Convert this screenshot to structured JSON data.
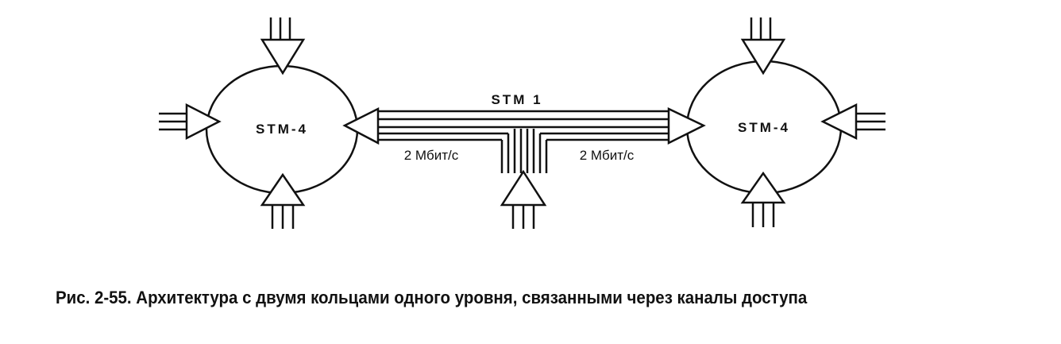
{
  "diagram": {
    "left_ring": {
      "label": "STM-4"
    },
    "right_ring": {
      "label": "STM-4"
    },
    "link": {
      "label": "STM 1"
    },
    "left_rate": {
      "label": "2 Мбит/с"
    },
    "right_rate": {
      "label": "2 Мбит/с"
    }
  },
  "caption": "Рис. 2-55. Архитектура с двумя кольцами одного уровня, связанными через каналы доступа"
}
